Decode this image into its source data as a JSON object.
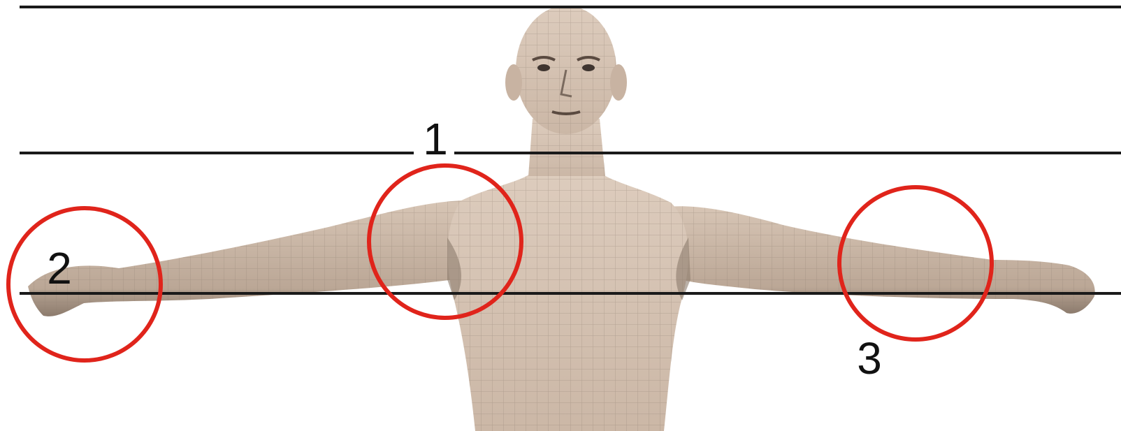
{
  "labels": {
    "one": "1",
    "two": "2",
    "three": "3"
  },
  "colors": {
    "highlight_circle": "#e0241b",
    "guide_line": "#1a1a1a",
    "skin": "#d8c6b6",
    "skin_shadow": "#a99685",
    "mesh": "#8f7f72",
    "background": "#ffffff"
  },
  "icons": {
    "figure": "human-figure-mesh-icon"
  }
}
